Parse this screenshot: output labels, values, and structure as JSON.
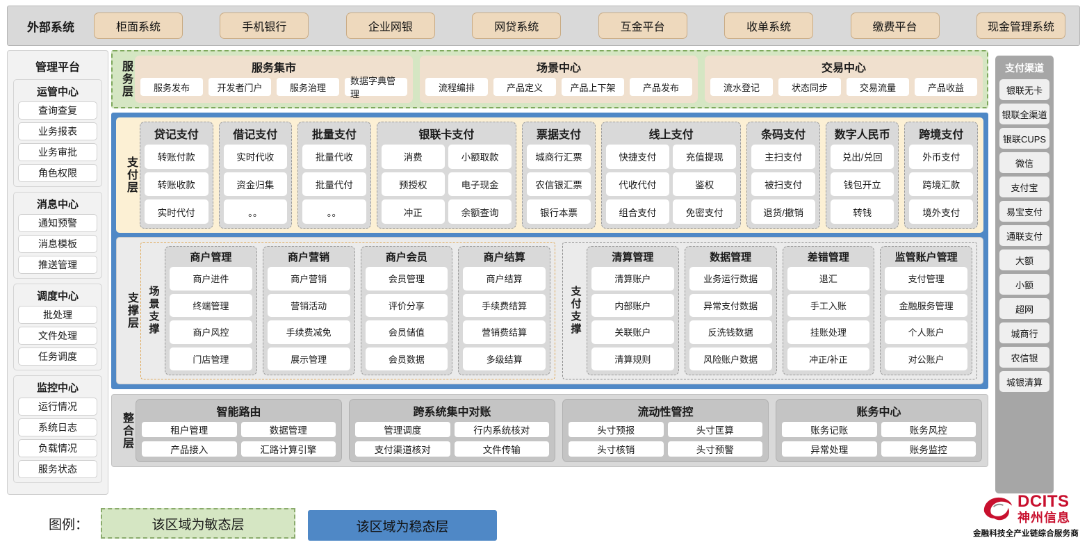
{
  "external_systems": {
    "title": "外部系统",
    "items": [
      "柜面系统",
      "手机银行",
      "企业网银",
      "网贷系统",
      "互金平台",
      "收单系统",
      "缴费平台",
      "现金管理系统"
    ]
  },
  "management_platform": {
    "title": "管理平台",
    "groups": [
      {
        "title": "运管中心",
        "items": [
          "查询查复",
          "业务报表",
          "业务审批",
          "角色权限"
        ]
      },
      {
        "title": "消息中心",
        "items": [
          "通知预警",
          "消息模板",
          "推送管理"
        ]
      },
      {
        "title": "调度中心",
        "items": [
          "批处理",
          "文件处理",
          "任务调度"
        ]
      },
      {
        "title": "监控中心",
        "items": [
          "运行情况",
          "系统日志",
          "负载情况",
          "服务状态"
        ]
      }
    ]
  },
  "payment_channels": {
    "title": "支付渠道",
    "items": [
      "银联无卡",
      "银联全渠道",
      "银联CUPS",
      "微信",
      "支付宝",
      "易宝支付",
      "通联支付",
      "大额",
      "小额",
      "超网",
      "城商行",
      "农信银",
      "城银清算"
    ]
  },
  "service_layer": {
    "label": "服务层",
    "groups": [
      {
        "title": "服务集市",
        "items": [
          "服务发布",
          "开发者门户",
          "服务治理",
          "数据字典管理"
        ]
      },
      {
        "title": "场景中心",
        "items": [
          "流程编排",
          "产品定义",
          "产品上下架",
          "产品发布"
        ]
      },
      {
        "title": "交易中心",
        "items": [
          "流水登记",
          "状态同步",
          "交易流量",
          "产品收益"
        ]
      }
    ]
  },
  "payment_layer": {
    "label": "支付层",
    "columns": [
      {
        "title": "贷记支付",
        "cols": 1,
        "items": [
          "转账付款",
          "转账收款",
          "实时代付"
        ]
      },
      {
        "title": "借记支付",
        "cols": 1,
        "items": [
          "实时代收",
          "资金归集",
          "。。"
        ]
      },
      {
        "title": "批量支付",
        "cols": 1,
        "items": [
          "批量代收",
          "批量代付",
          "。。"
        ]
      },
      {
        "title": "银联卡支付",
        "cols": 2,
        "items": [
          "消费",
          "小额取款",
          "预授权",
          "电子现金",
          "冲正",
          "余额查询"
        ]
      },
      {
        "title": "票据支付",
        "cols": 1,
        "items": [
          "城商行汇票",
          "农信银汇票",
          "银行本票"
        ]
      },
      {
        "title": "线上支付",
        "cols": 2,
        "items": [
          "快捷支付",
          "充值提现",
          "代收代付",
          "鉴权",
          "组合支付",
          "免密支付"
        ]
      },
      {
        "title": "条码支付",
        "cols": 1,
        "items": [
          "主扫支付",
          "被扫支付",
          "退货/撤销"
        ]
      },
      {
        "title": "数字人民币",
        "cols": 1,
        "items": [
          "兑出/兑回",
          "钱包开立",
          "转钱"
        ]
      },
      {
        "title": "跨境支付",
        "cols": 1,
        "items": [
          "外币支付",
          "跨境汇款",
          "境外支付"
        ]
      }
    ]
  },
  "support_layer": {
    "label": "支撑层",
    "halves": [
      {
        "label": "场景支撑",
        "kind": "scene",
        "columns": [
          {
            "title": "商户管理",
            "items": [
              "商户进件",
              "终端管理",
              "商户风控",
              "门店管理"
            ]
          },
          {
            "title": "商户营销",
            "items": [
              "商户营销",
              "营销活动",
              "手续费减免",
              "展示管理"
            ]
          },
          {
            "title": "商户会员",
            "items": [
              "会员管理",
              "评价分享",
              "会员储值",
              "会员数据"
            ]
          },
          {
            "title": "商户结算",
            "items": [
              "商户结算",
              "手续费结算",
              "营销费结算",
              "多级结算"
            ]
          }
        ]
      },
      {
        "label": "支付支撑",
        "kind": "paysup",
        "columns": [
          {
            "title": "清算管理",
            "items": [
              "清算账户",
              "内部账户",
              "关联账户",
              "清算规则"
            ]
          },
          {
            "title": "数据管理",
            "items": [
              "业务运行数据",
              "异常支付数据",
              "反洗钱数据",
              "风险账户数据"
            ]
          },
          {
            "title": "差错管理",
            "items": [
              "退汇",
              "手工入账",
              "挂账处理",
              "冲正/补正"
            ]
          },
          {
            "title": "监管账户管理",
            "items": [
              "支付管理",
              "金融服务管理",
              "个人账户",
              "对公账户"
            ]
          }
        ]
      }
    ]
  },
  "integration_layer": {
    "label": "整合层",
    "groups": [
      {
        "title": "智能路由",
        "items": [
          "租户管理",
          "数据管理",
          "产品接入",
          "汇路计算引擎"
        ]
      },
      {
        "title": "跨系统集中对账",
        "items": [
          "管理调度",
          "行内系统核对",
          "支付渠道核对",
          "文件传输"
        ]
      },
      {
        "title": "流动性管控",
        "items": [
          "头寸预报",
          "头寸匡算",
          "头寸核销",
          "头寸预警"
        ]
      },
      {
        "title": "账务中心",
        "items": [
          "账务记账",
          "账务风控",
          "异常处理",
          "账务监控"
        ]
      }
    ]
  },
  "legend": {
    "label": "图例：",
    "agile": "该区域为敏态层",
    "stable": "该区域为稳态层"
  },
  "logo": {
    "en": "DCITS",
    "cn": "神州信息",
    "tagline": "金融科技全产业链综合服务商"
  },
  "colors": {
    "agile_green": "#d5e6c3",
    "stable_blue": "#4f88c6",
    "payment_cream": "#fcf0d4",
    "external_tan": "#eed9bd",
    "brand_red": "#c8102e"
  }
}
